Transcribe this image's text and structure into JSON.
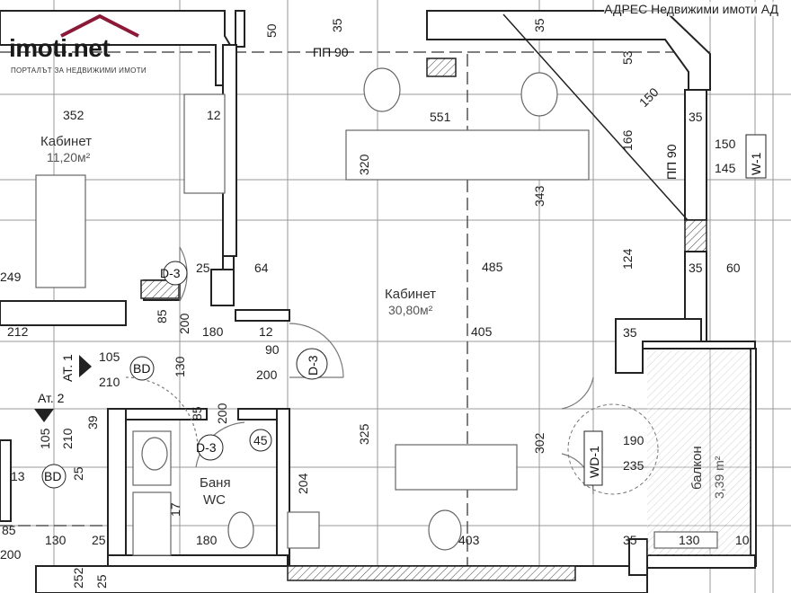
{
  "watermark": "АДРЕС Недвижими имоти АД",
  "logo": {
    "brand": "imoti.net",
    "tagline": "ПОРТАЛЪТ ЗА НЕДВИЖИМИ ИМОТИ"
  },
  "rooms": [
    {
      "id": "office-small",
      "name": "Кабинет",
      "area": "11,20м²"
    },
    {
      "id": "office-large",
      "name": "Кабинет",
      "area": "30,80м²"
    },
    {
      "id": "bathroom",
      "name": "Баня",
      "name2": "WC"
    },
    {
      "id": "balcony",
      "name": "балкон",
      "area": "3,39 m²"
    }
  ],
  "tags": {
    "pp90_top": "ПП 90",
    "pp90_right": "ПП 90",
    "w1": "W-1",
    "d3_a": "D-3",
    "d3_b": "D-3",
    "d3_c": "D-3",
    "bd_a": "BD",
    "bd_b": "BD",
    "at1": "АТ. 1",
    "at2": "Ат. 2",
    "wd1": "WD-1"
  },
  "dimensions": {
    "d50": "50",
    "d35a": "35",
    "d35b": "35",
    "d53": "53",
    "d150a": "150",
    "d352": "352",
    "d12a": "12",
    "d551": "551",
    "d166": "166",
    "d150b": "150",
    "d145": "145",
    "d320": "320",
    "d343": "343",
    "d124": "124",
    "d249": "249",
    "d25a": "25",
    "d64": "64",
    "d485": "485",
    "d35c": "35",
    "d60": "60",
    "d85a": "85",
    "d200a": "200",
    "d212": "212",
    "d180a": "180",
    "d12b": "12",
    "d405": "405",
    "d35d": "35",
    "d90": "90",
    "d200b": "200",
    "d105a": "105",
    "d210a": "210",
    "d130a": "130",
    "d85b": "85",
    "d200c": "200",
    "d39": "39",
    "d105b": "105",
    "d210b": "210",
    "d13": "13",
    "d25b": "25",
    "d45": "45",
    "d325": "325",
    "d302": "302",
    "d190": "190",
    "d235": "235",
    "d204": "204",
    "d17": "17",
    "d85c": "85",
    "d200d": "200",
    "d130b": "130",
    "d25c": "25",
    "d180b": "180",
    "d403": "403",
    "d35e": "35",
    "d130c": "130",
    "d10": "10",
    "d252": "252",
    "d25d": "25"
  }
}
